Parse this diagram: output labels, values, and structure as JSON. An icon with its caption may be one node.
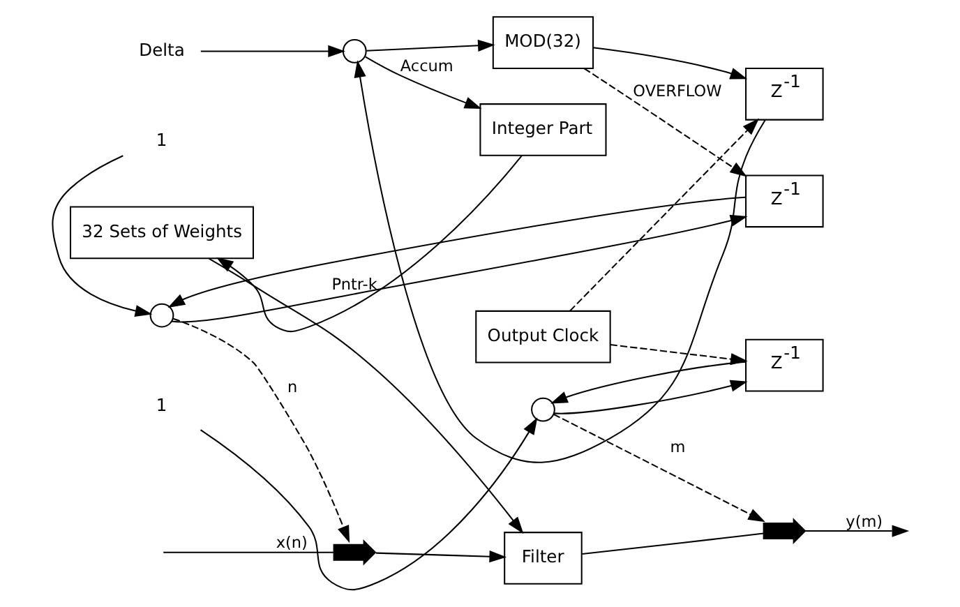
{
  "diagram": {
    "nodes": [
      {
        "text": [],
        "shape": "switch"
      },
      {
        "text": [
          "Filter"
        ]
      },
      {
        "text": [],
        "shape": "switch"
      },
      {
        "text": [],
        "shape": "circle"
      },
      {
        "text": [
          "1"
        ]
      },
      {
        "text": [
          "Z$^{-1}$"
        ]
      },
      {
        "text": [
          "32 Sets of Weights"
        ]
      },
      {
        "text": [],
        "shape": "circle"
      },
      {
        "text": [
          "1"
        ]
      },
      {
        "text": [
          "Z$^{-1}$"
        ]
      },
      {
        "text": [
          "Delta"
        ]
      },
      {
        "text": [],
        "shape": "circle"
      },
      {
        "text": [
          "Integer Part"
        ]
      },
      {
        "text": [
          "MOD(32)"
        ]
      },
      {
        "text": [
          "Z$^{-1}$"
        ]
      },
      {
        "text": [
          "Output Clock"
        ]
      }
    ],
    "edges": [
      {
        "from": null,
        "to": 0,
        "arrow": "none",
        "label": "x(n)"
      },
      {
        "from": 0,
        "to": 1,
        "arrow": "to"
      },
      {
        "from": 1,
        "to": 2,
        "arrow": "none"
      },
      {
        "from": 2,
        "to": null,
        "arrow": "to",
        "label": "y(m)"
      },
      {
        "from": 4,
        "to": 3,
        "arrow": "to"
      },
      {
        "from": 3,
        "to": 0,
        "arrow": "to",
        "style": "dashed",
        "label": "n"
      },
      {
        "from": 3,
        "to": 5,
        "arrow": "to"
      },
      {
        "from": 5,
        "to": 3,
        "arrow": "to"
      },
      {
        "from": 6,
        "to": 1,
        "arrow": "to"
      },
      {
        "from": 12,
        "to": 6,
        "arrow": "to",
        "label": "Pntr-k"
      },
      {
        "from": 8,
        "to": 7,
        "arrow": "to"
      },
      {
        "from": 7,
        "to": 2,
        "arrow": "to",
        "style": "dashed",
        "label": "m"
      },
      {
        "from": 7,
        "to": 9,
        "arrow": "to"
      },
      {
        "from": 9,
        "to": 7,
        "arrow": "to"
      },
      {
        "from": 10,
        "to": 11,
        "arrow": "to"
      },
      {
        "from": 11,
        "to": 12,
        "arrow": "to",
        "label": "Accum"
      },
      {
        "from": 11,
        "to": 13,
        "arrow": "to"
      },
      {
        "from": 13,
        "to": 5,
        "arrow": "to",
        "style": "dashed",
        "label": "OVERFLOW"
      },
      {
        "from": 13,
        "to": 14,
        "arrow": "to"
      },
      {
        "from": 14,
        "to": 11,
        "arrow": "to"
      },
      {
        "from": 15,
        "to": 14,
        "arrow": "to",
        "style": "dashed"
      },
      {
        "from": 15,
        "to": 9,
        "arrow": "to",
        "style": "dashed"
      }
    ]
  }
}
